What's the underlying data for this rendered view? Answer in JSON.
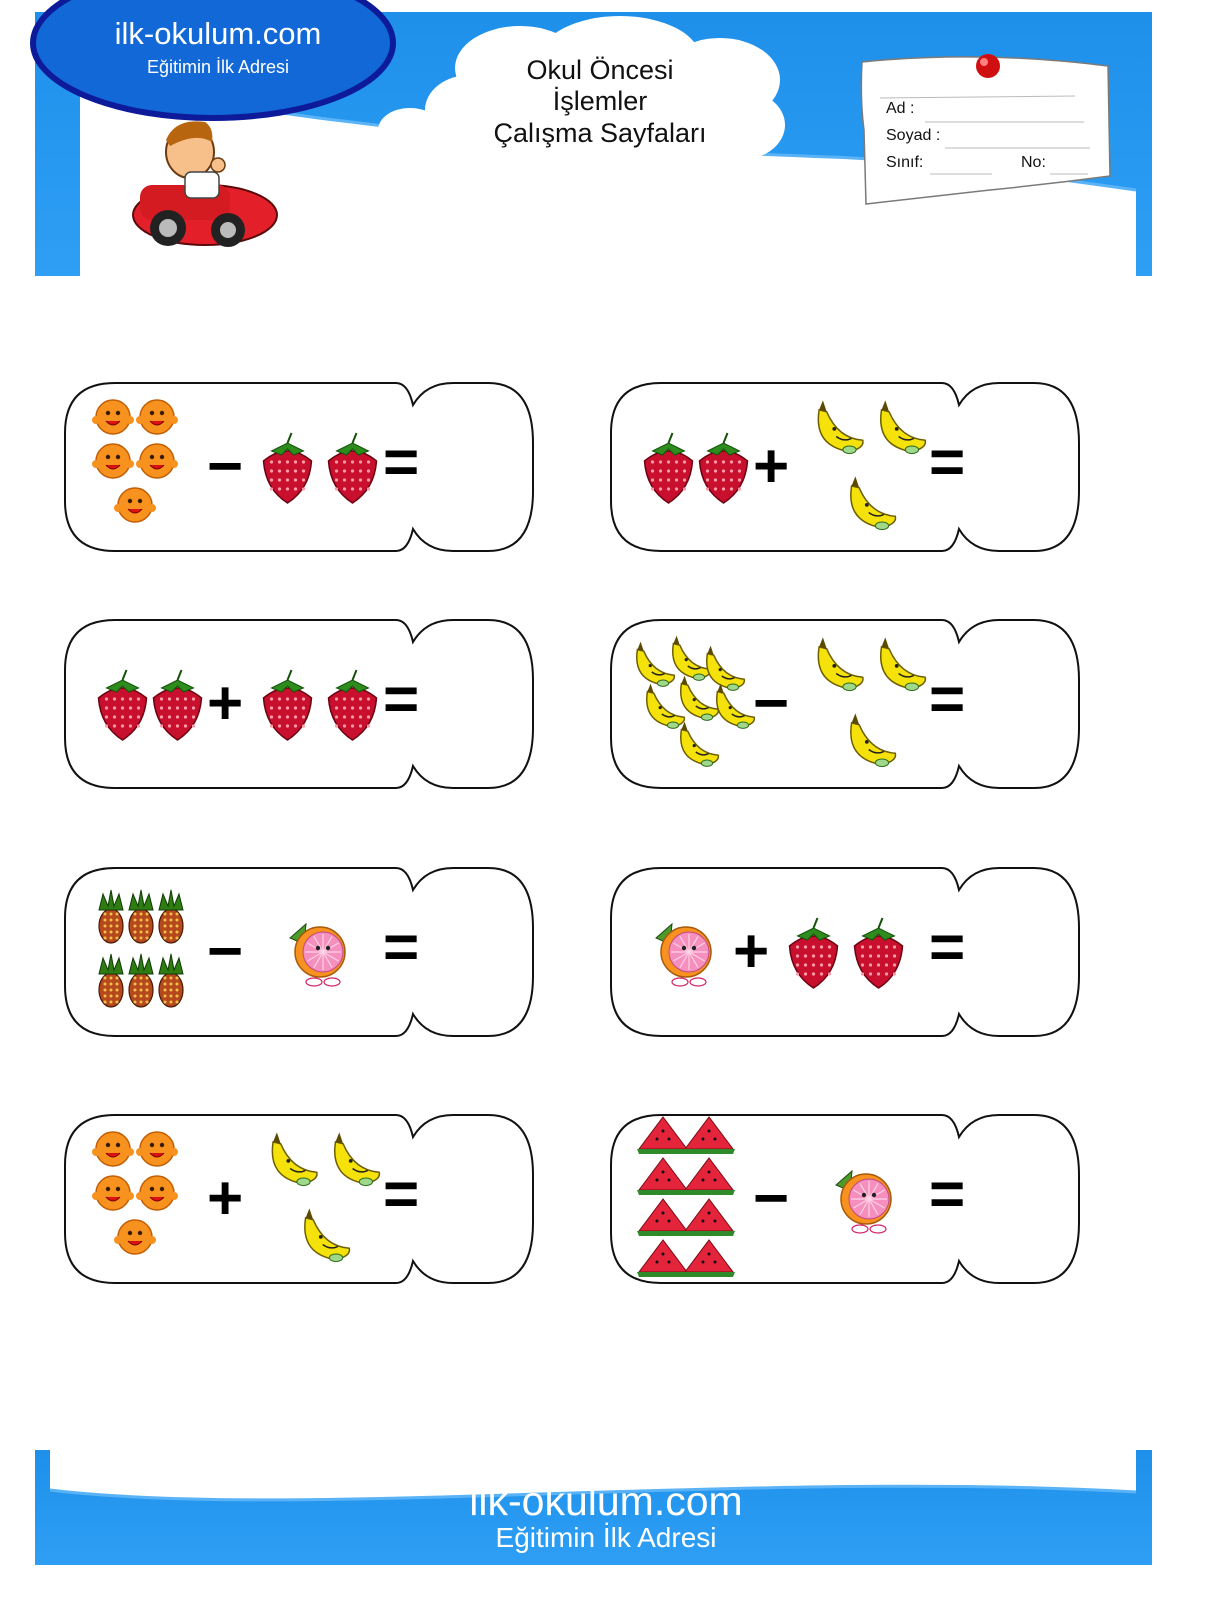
{
  "header": {
    "site_title": "ilk-okulum.com",
    "site_subtitle": "Eğitimin İlk Adresi",
    "worksheet_title_lines": [
      "Okul Öncesi",
      "İşlemler",
      "Çalışma Sayfaları"
    ],
    "form": {
      "name_label": "Ad :",
      "surname_label": "Soyad :",
      "class_label": "Sınıf:",
      "number_label": "No:"
    },
    "colors": {
      "primary": "#2196F3",
      "dark": "#0d3fa6"
    }
  },
  "problems": [
    {
      "left": {
        "fruit": "orange",
        "count": 5
      },
      "operator": "−",
      "right": {
        "fruit": "strawberry",
        "count": 2
      },
      "equals": "="
    },
    {
      "left": {
        "fruit": "strawberry",
        "count": 2
      },
      "operator": "+",
      "right": {
        "fruit": "banana",
        "count": 3
      },
      "equals": "="
    },
    {
      "left": {
        "fruit": "strawberry",
        "count": 2
      },
      "operator": "+",
      "right": {
        "fruit": "strawberry",
        "count": 2
      },
      "equals": "="
    },
    {
      "left": {
        "fruit": "banana",
        "count": 7
      },
      "operator": "−",
      "right": {
        "fruit": "banana",
        "count": 3
      },
      "equals": "="
    },
    {
      "left": {
        "fruit": "pineapple",
        "count": 6
      },
      "operator": "−",
      "right": {
        "fruit": "grapefruit",
        "count": 1
      },
      "equals": "="
    },
    {
      "left": {
        "fruit": "grapefruit",
        "count": 1
      },
      "operator": "+",
      "right": {
        "fruit": "strawberry",
        "count": 2
      },
      "equals": "="
    },
    {
      "left": {
        "fruit": "orange",
        "count": 5
      },
      "operator": "+",
      "right": {
        "fruit": "banana",
        "count": 3
      },
      "equals": "="
    },
    {
      "left": {
        "fruit": "watermelon",
        "count": 8
      },
      "operator": "−",
      "right": {
        "fruit": "grapefruit",
        "count": 1
      },
      "equals": "="
    }
  ],
  "footer": {
    "site_title": "ilk-okulum.com",
    "site_subtitle": "Eğitimin İlk Adresi"
  }
}
